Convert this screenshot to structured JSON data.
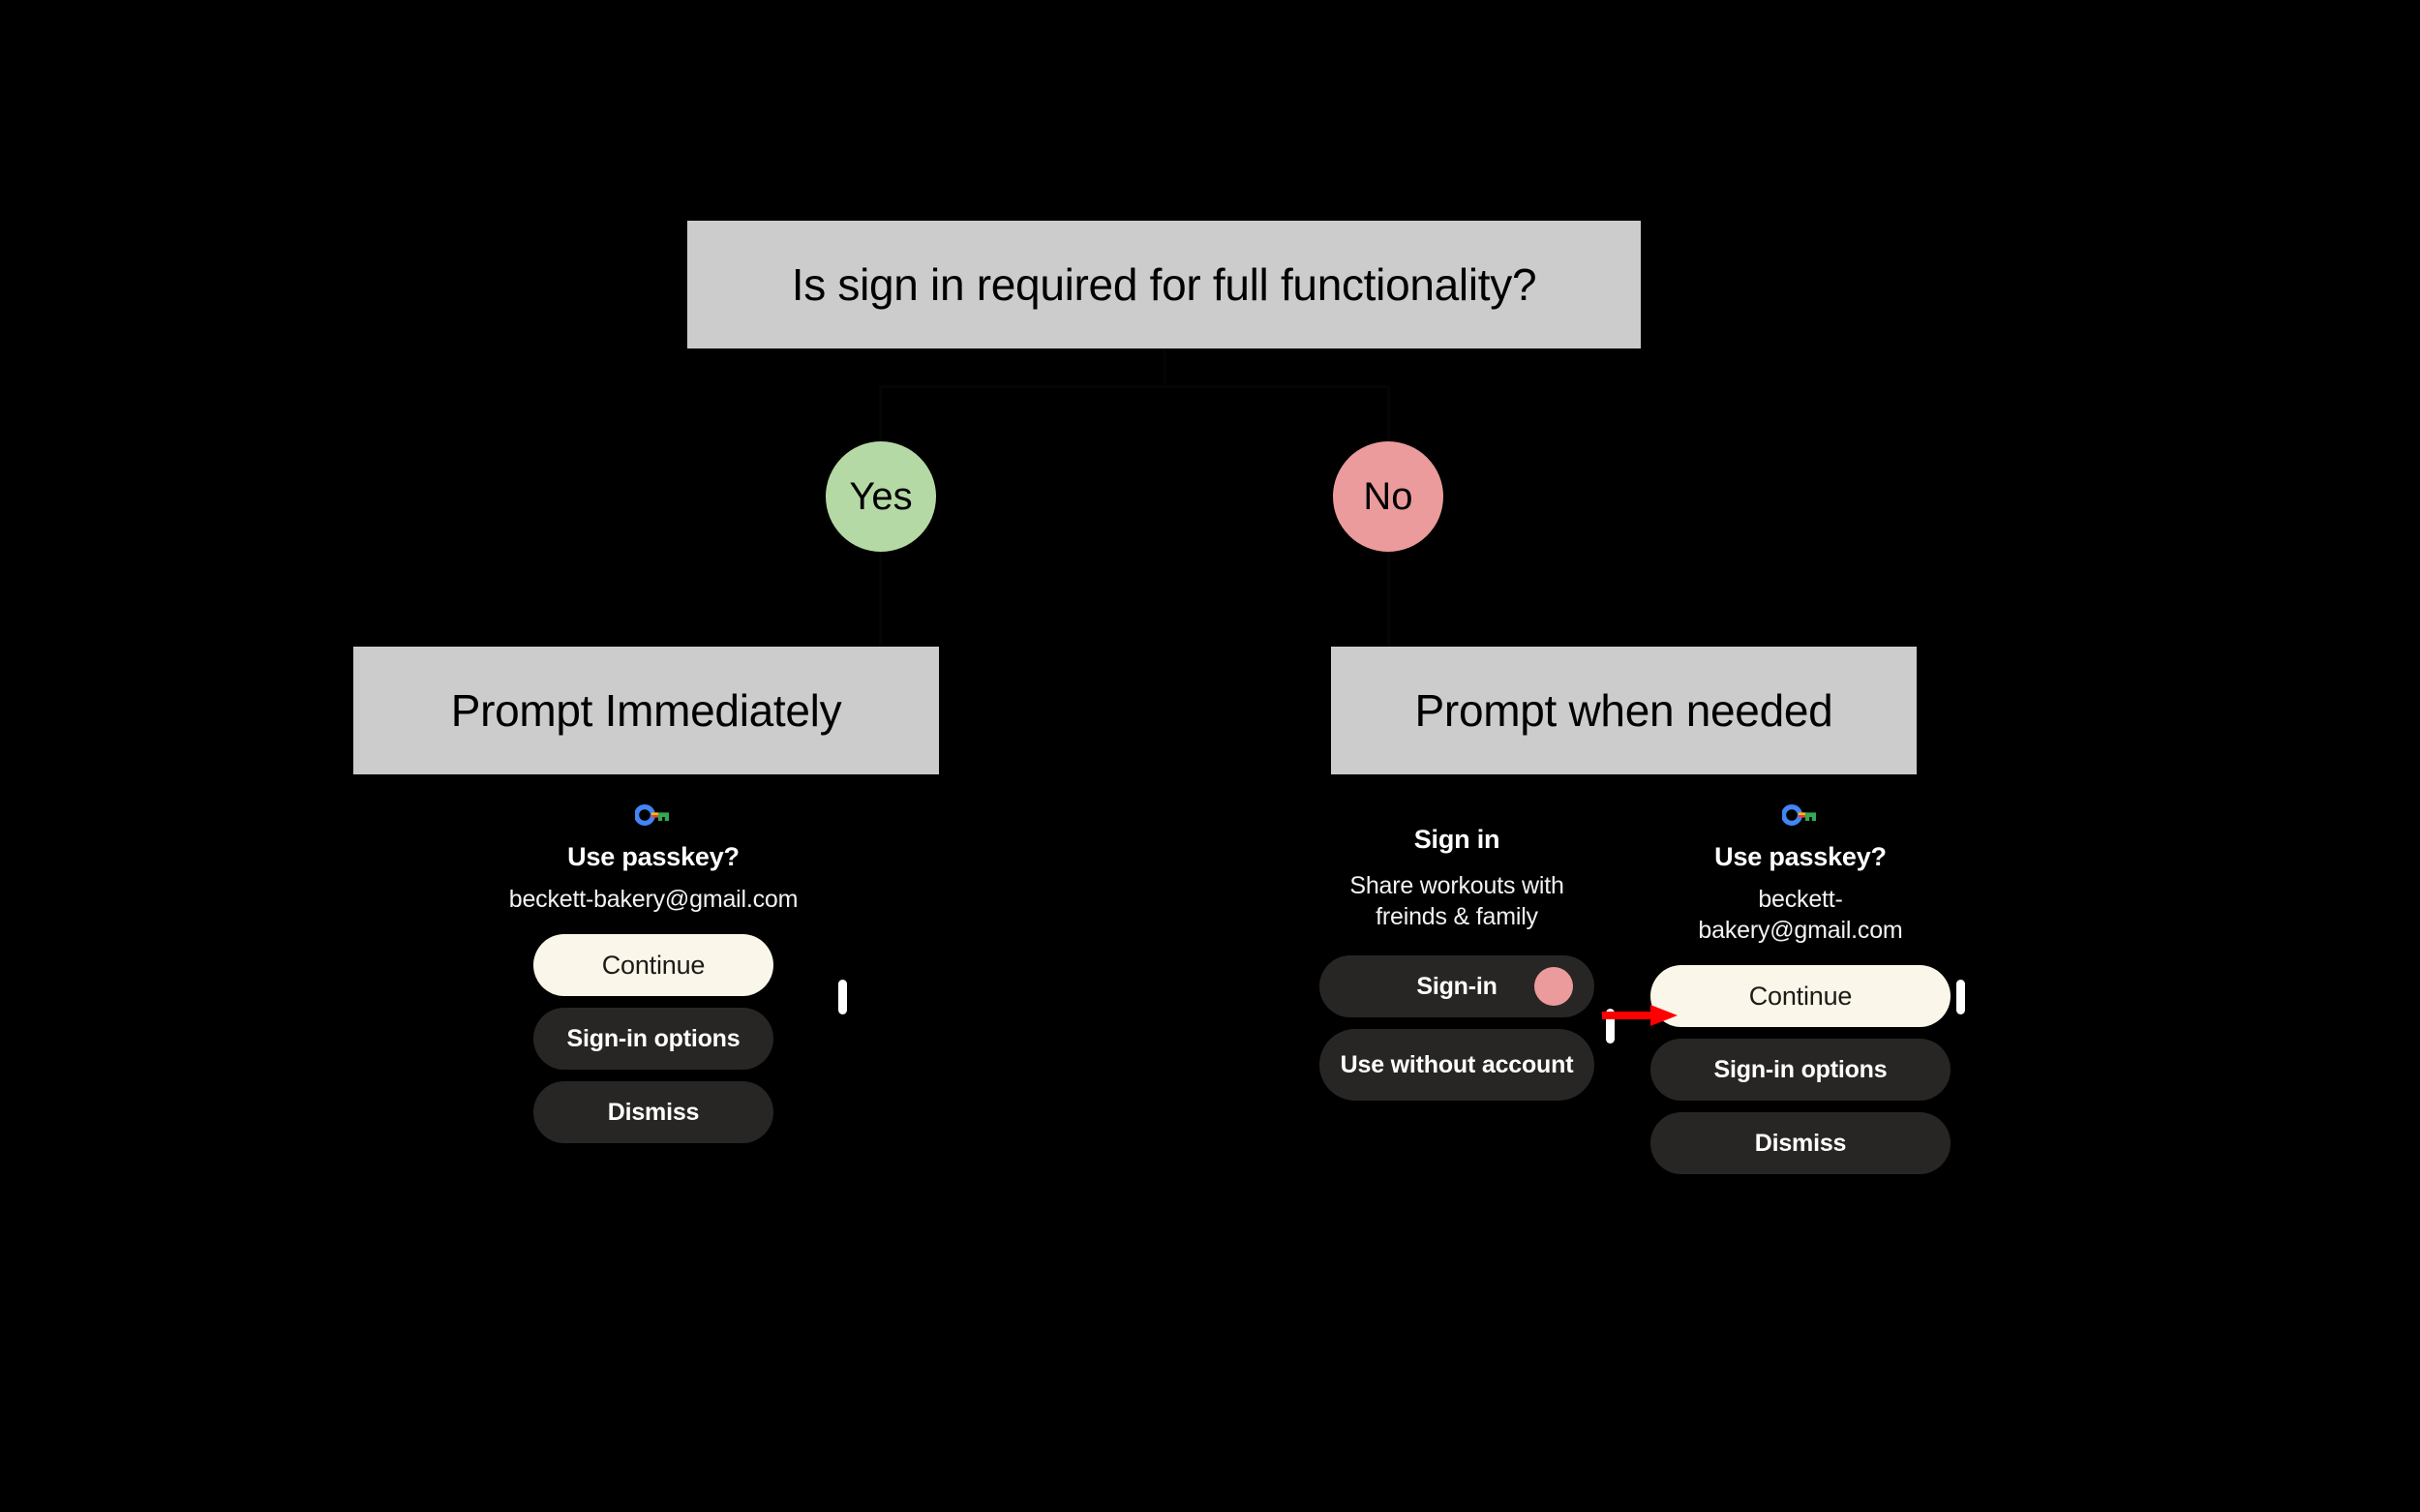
{
  "flowchart": {
    "decision": {
      "label": "Is sign in required for full functionality?"
    },
    "branches": [
      {
        "answer": "Yes",
        "outcome": "Prompt Immediately"
      },
      {
        "answer": "No",
        "outcome": "Prompt when needed"
      }
    ],
    "colors": {
      "box_fill": "#cccccc",
      "yes_circle": "#b5d9a5",
      "no_circle": "#eb9b9b",
      "arrow": "#ff0000",
      "background": "#000000"
    }
  },
  "screens": {
    "left_passkey": {
      "icon": "google-passkey-icon",
      "title": "Use passkey?",
      "account": "beckett-bakery@gmail.com",
      "buttons": [
        {
          "label": "Continue",
          "style": "light"
        },
        {
          "label": "Sign-in options",
          "style": "dark"
        },
        {
          "label": "Dismiss",
          "style": "dark"
        }
      ]
    },
    "middle_signin": {
      "title": "Sign in",
      "subtitle": "Share workouts with freinds & family",
      "buttons": [
        {
          "label": "Sign-in",
          "style": "dark",
          "tap_indicator": true
        },
        {
          "label": "Use without account",
          "style": "dark",
          "tap_indicator": false
        }
      ]
    },
    "right_passkey": {
      "icon": "google-passkey-icon",
      "title": "Use passkey?",
      "account": "beckett-bakery@gmail.com",
      "buttons": [
        {
          "label": "Continue",
          "style": "light"
        },
        {
          "label": "Sign-in options",
          "style": "dark"
        },
        {
          "label": "Dismiss",
          "style": "dark"
        }
      ]
    }
  },
  "theme": {
    "button_dark": "#282624",
    "button_light": "#faf6ea",
    "text_light": "#ffffff",
    "text_dark": "#1d1b18"
  }
}
